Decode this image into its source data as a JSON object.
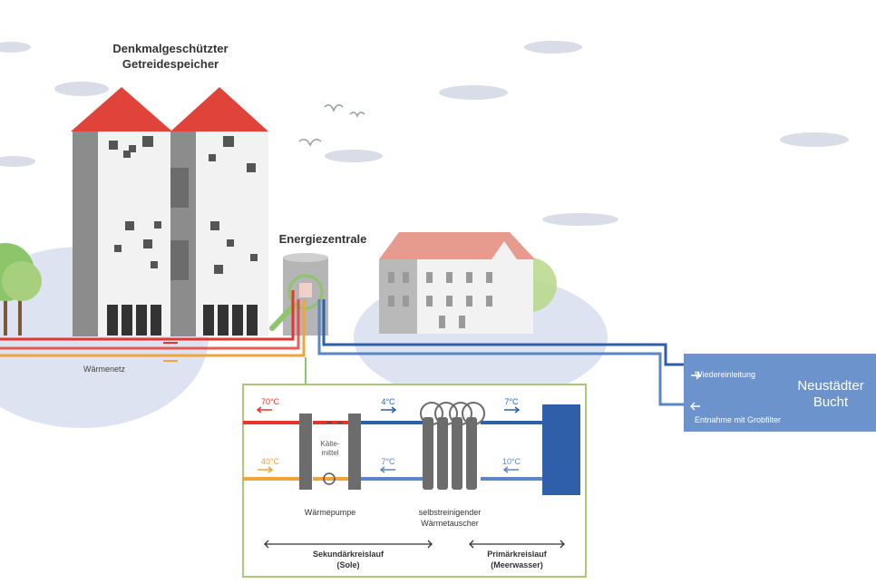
{
  "labels": {
    "granary_line1": "Denkmalgeschützter",
    "granary_line2": "Getreidespeicher",
    "energy_center": "Energiezentrale",
    "heat_network": "Wärmenetz",
    "bay_line1": "Neustädter",
    "bay_line2": "Bucht",
    "reinjection": "Wiedereinleitung",
    "intake": "Entnahme mit Grobfilter"
  },
  "detail": {
    "temp_70": "70°C",
    "temp_40": "40°C",
    "temp_4": "4°C",
    "temp_7a": "7°C",
    "temp_7b": "7°C",
    "temp_10": "10°C",
    "refrigerant_line1": "Kälte-",
    "refrigerant_line2": "mittel",
    "heat_pump": "Wärmepumpe",
    "exchanger_line1": "selbstreinigender",
    "exchanger_line2": "Wärmetauscher",
    "secondary_line1": "Sekundärkreislauf",
    "secondary_line2": "(Sole)",
    "primary_line1": "Primärkreislauf",
    "primary_line2": "(Meerwasser)"
  },
  "colors": {
    "hot": "#e8352b",
    "warm": "#f2a33a",
    "cold": "#2f5fa8",
    "cool": "#5a86c8",
    "bay": "#6d93cc",
    "roof": "#e0433a",
    "wall": "#8c8c8c",
    "frame": "#a9c97a"
  }
}
